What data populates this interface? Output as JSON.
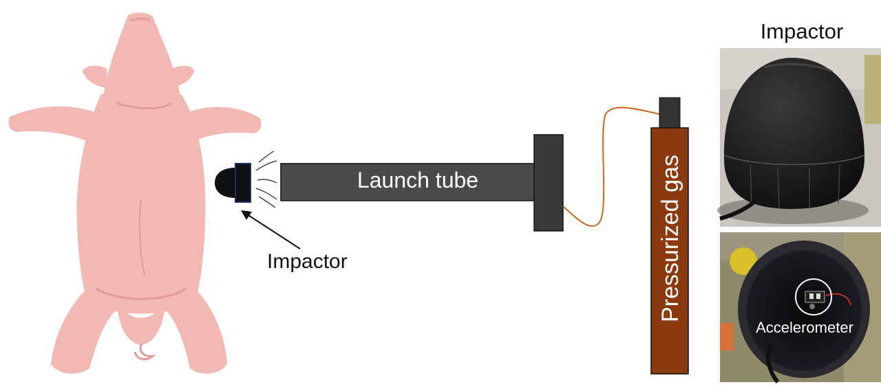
{
  "labels": {
    "launch_tube": "Launch tube",
    "impactor_arrow": "Impactor",
    "pressurized_gas": "Pressurized gas",
    "photo_title": "Impactor",
    "accelerometer": "Accelerometer"
  },
  "colors": {
    "pig_body": "#f2b8b3",
    "pig_shade": "#e39b95",
    "tube": "#4a4a4a",
    "tube_flange": "#3a3a3a",
    "gas_cylinder": "#8b3a10",
    "gas_valve": "#333333",
    "hose": "#c8641e",
    "impactor_dome": "#111111",
    "impactor_plate": "#1f2f6e"
  },
  "icons": {
    "subject": "pig-illustration",
    "photo_top": "impactor-dome-photo",
    "photo_bottom": "impactor-interior-photo"
  }
}
